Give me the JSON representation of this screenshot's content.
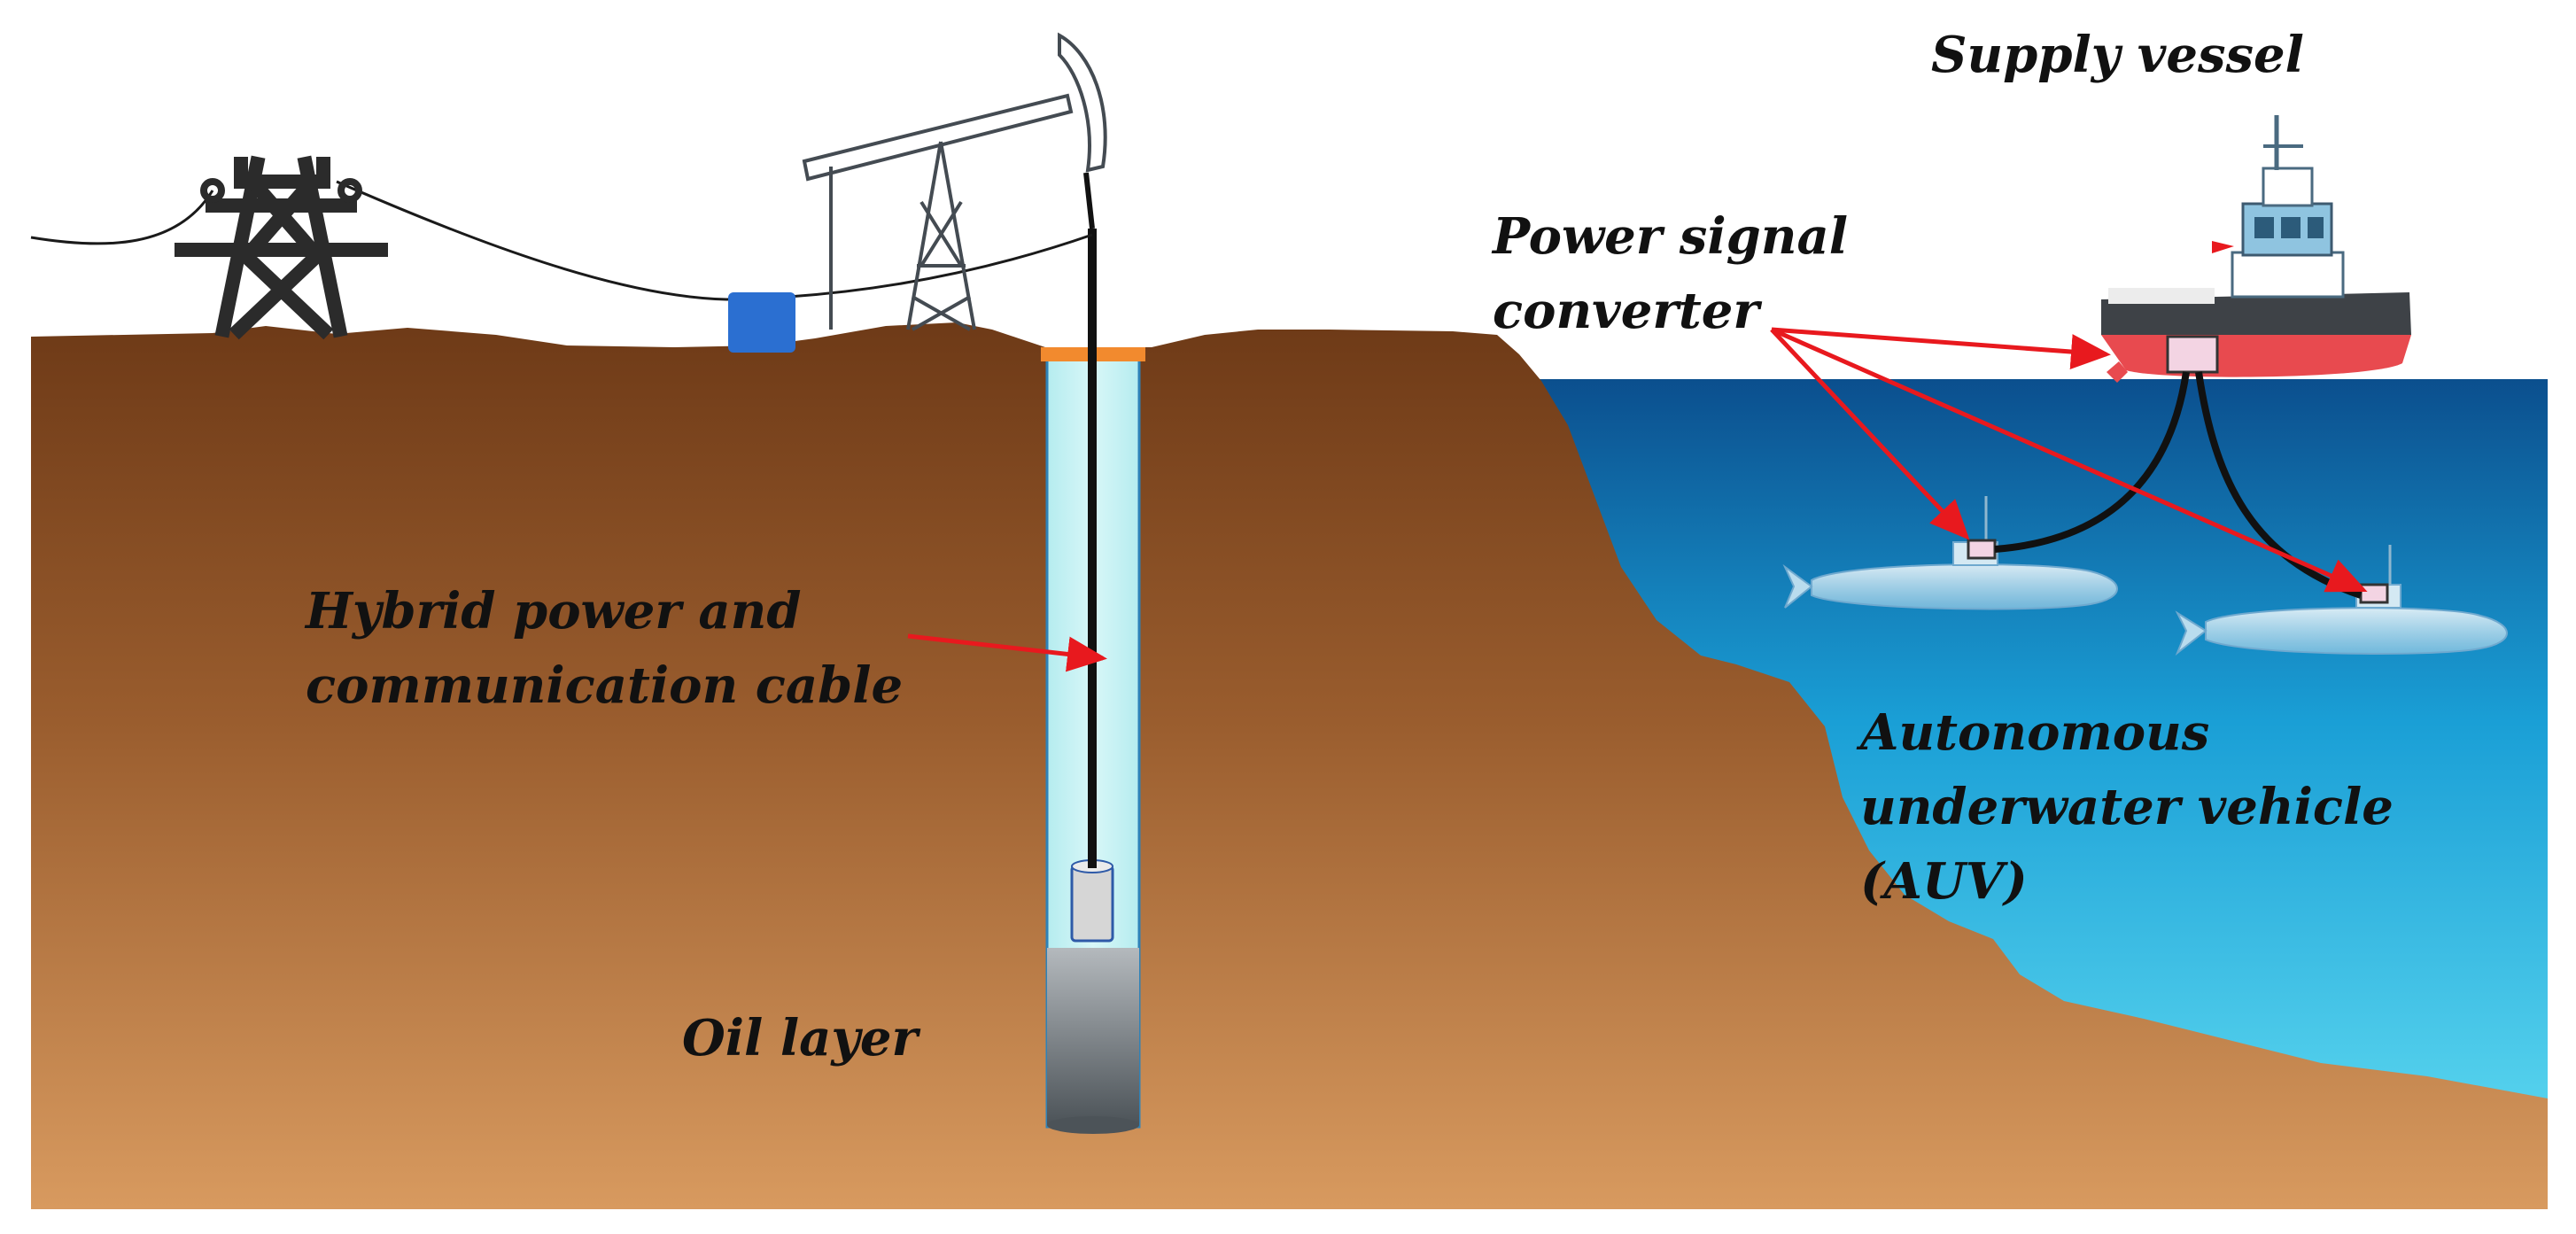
{
  "labels": {
    "supply_vessel": "Supply vessel",
    "power_signal_converter_line1": "Power signal",
    "power_signal_converter_line2": "converter",
    "hybrid_cable_line1": "Hybrid power and",
    "hybrid_cable_line2": "communication cable",
    "auv_line1": "Autonomous",
    "auv_line2": "underwater vehicle",
    "auv_line3": "(AUV)",
    "oil_layer": "Oil layer"
  },
  "colors": {
    "soil_top": "#6e3a17",
    "soil_bottom": "#d89a5f",
    "sea_top": "#0b4f8e",
    "sea_bottom": "#4fd1ee",
    "well_fill": "#c9f2f4",
    "cable": "#111111",
    "arrow": "#e8191e",
    "ship_hull": "#e84a4f",
    "ship_deck": "#3e4247",
    "ship_cabin": "#8fc4e0",
    "casing_cap": "#f28a2e",
    "pump_box": "#2b6fd1",
    "converter_box": "#f3d4e3",
    "oil_layer": "#6b7278"
  },
  "icons": [
    "transmission-tower-icon",
    "pumpjack-icon",
    "supply-ship-icon",
    "submarine-auv-icon",
    "downhole-tool-icon"
  ]
}
